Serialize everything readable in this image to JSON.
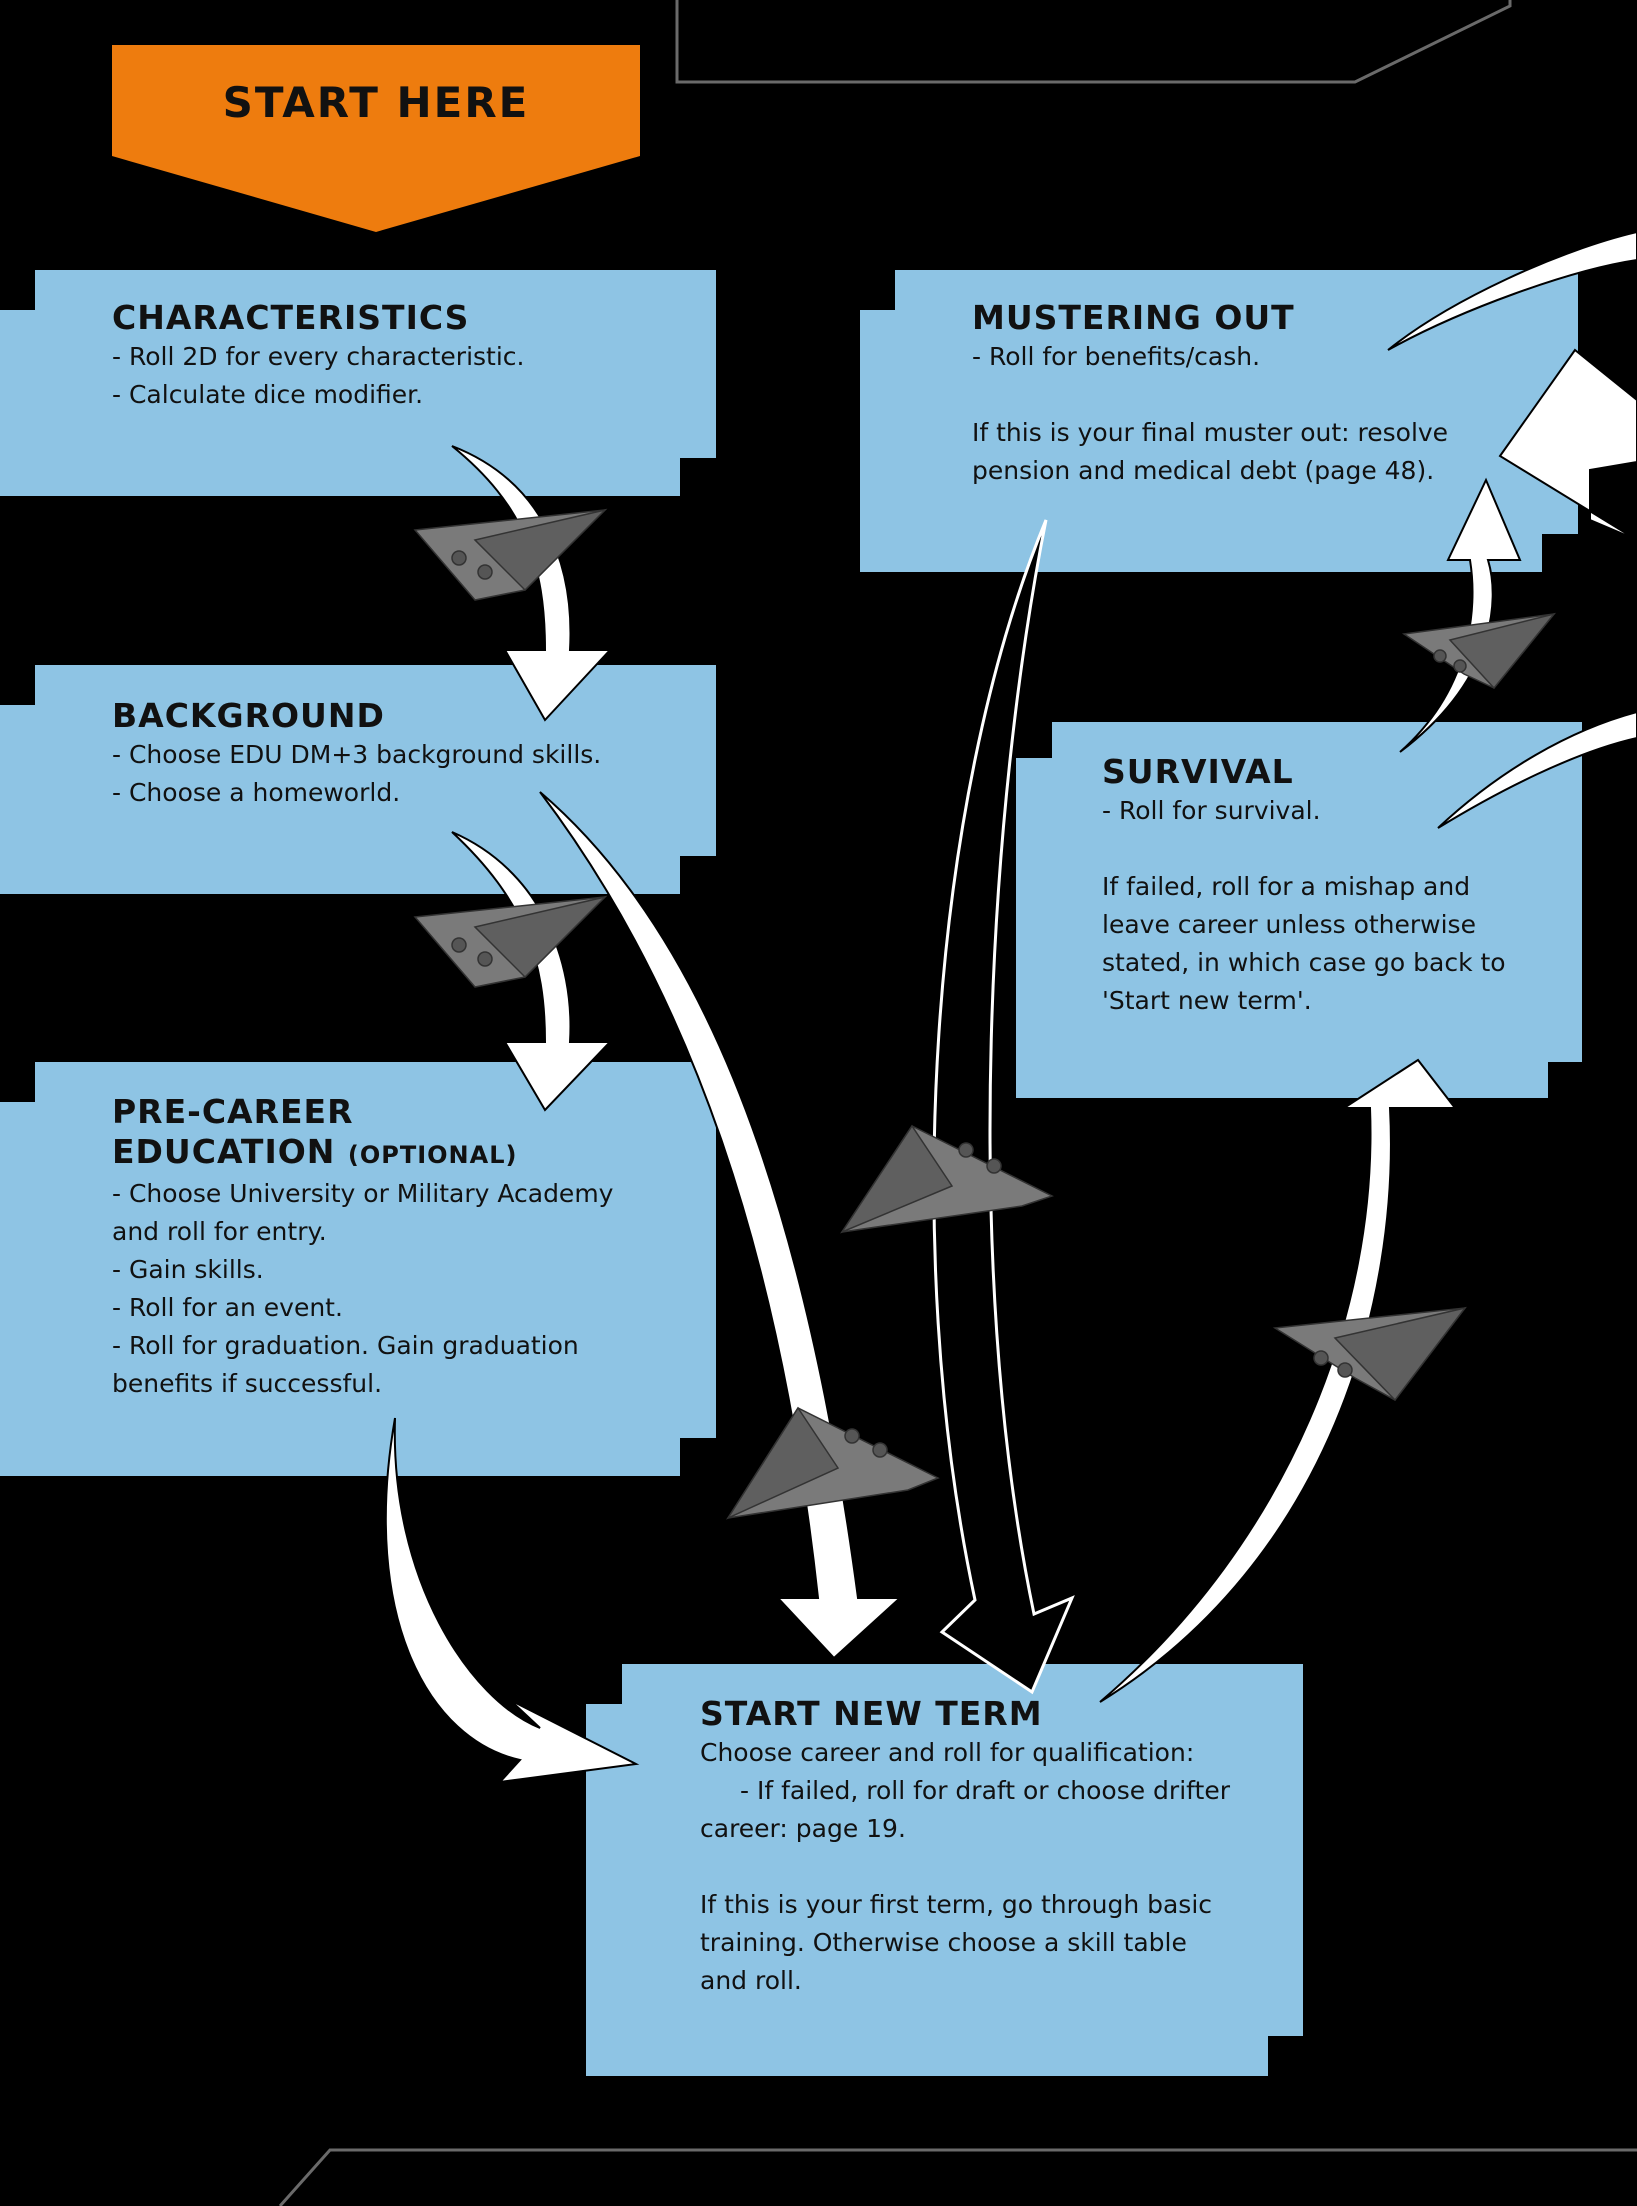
{
  "start": {
    "label": "START HERE"
  },
  "characteristics": {
    "title": "CHARACTERISTICS",
    "lines": [
      "- Roll 2D for every characteristic.",
      "- Calculate dice modifier."
    ]
  },
  "background": {
    "title": "BACKGROUND",
    "lines": [
      "- Choose EDU DM+3 background skills.",
      "- Choose a homeworld."
    ]
  },
  "pre_career": {
    "title_line1": "PRE-CAREER",
    "title_line2": "EDUCATION",
    "title_suffix": "(OPTIONAL)",
    "lines": [
      "- Choose University or Military Academy",
      "and roll for entry.",
      "- Gain skills.",
      "- Roll for an event.",
      "- Roll for graduation. Gain graduation",
      "benefits if successful."
    ]
  },
  "mustering_out": {
    "title": "MUSTERING OUT",
    "line1": "- Roll for benefits/cash.",
    "line2": "If this is your final muster out: resolve",
    "line3": "pension and medical debt (page 48)."
  },
  "survival": {
    "title": "SURVIVAL",
    "line1": "- Roll for survival.",
    "lines": [
      "If failed, roll for a mishap and",
      "leave career unless otherwise",
      "stated, in which case go back to",
      "'Start new term'."
    ]
  },
  "start_new_term": {
    "title": "START NEW TERM",
    "line1": "Choose career and roll for qualification:",
    "line2": "- If failed, roll for draft or choose drifter",
    "line3": "career: page 19.",
    "line4": "If this is your first term, go through basic",
    "line5": "training. Otherwise choose a skill table",
    "line6": "and roll."
  },
  "colors": {
    "box": "#8ec4e4",
    "box_shadow": "#7fb4d4",
    "start_banner": "#ee7c0e",
    "arrow": "#ffffff",
    "ship": "#7a7a7a",
    "frame": "#6a6a6a"
  }
}
